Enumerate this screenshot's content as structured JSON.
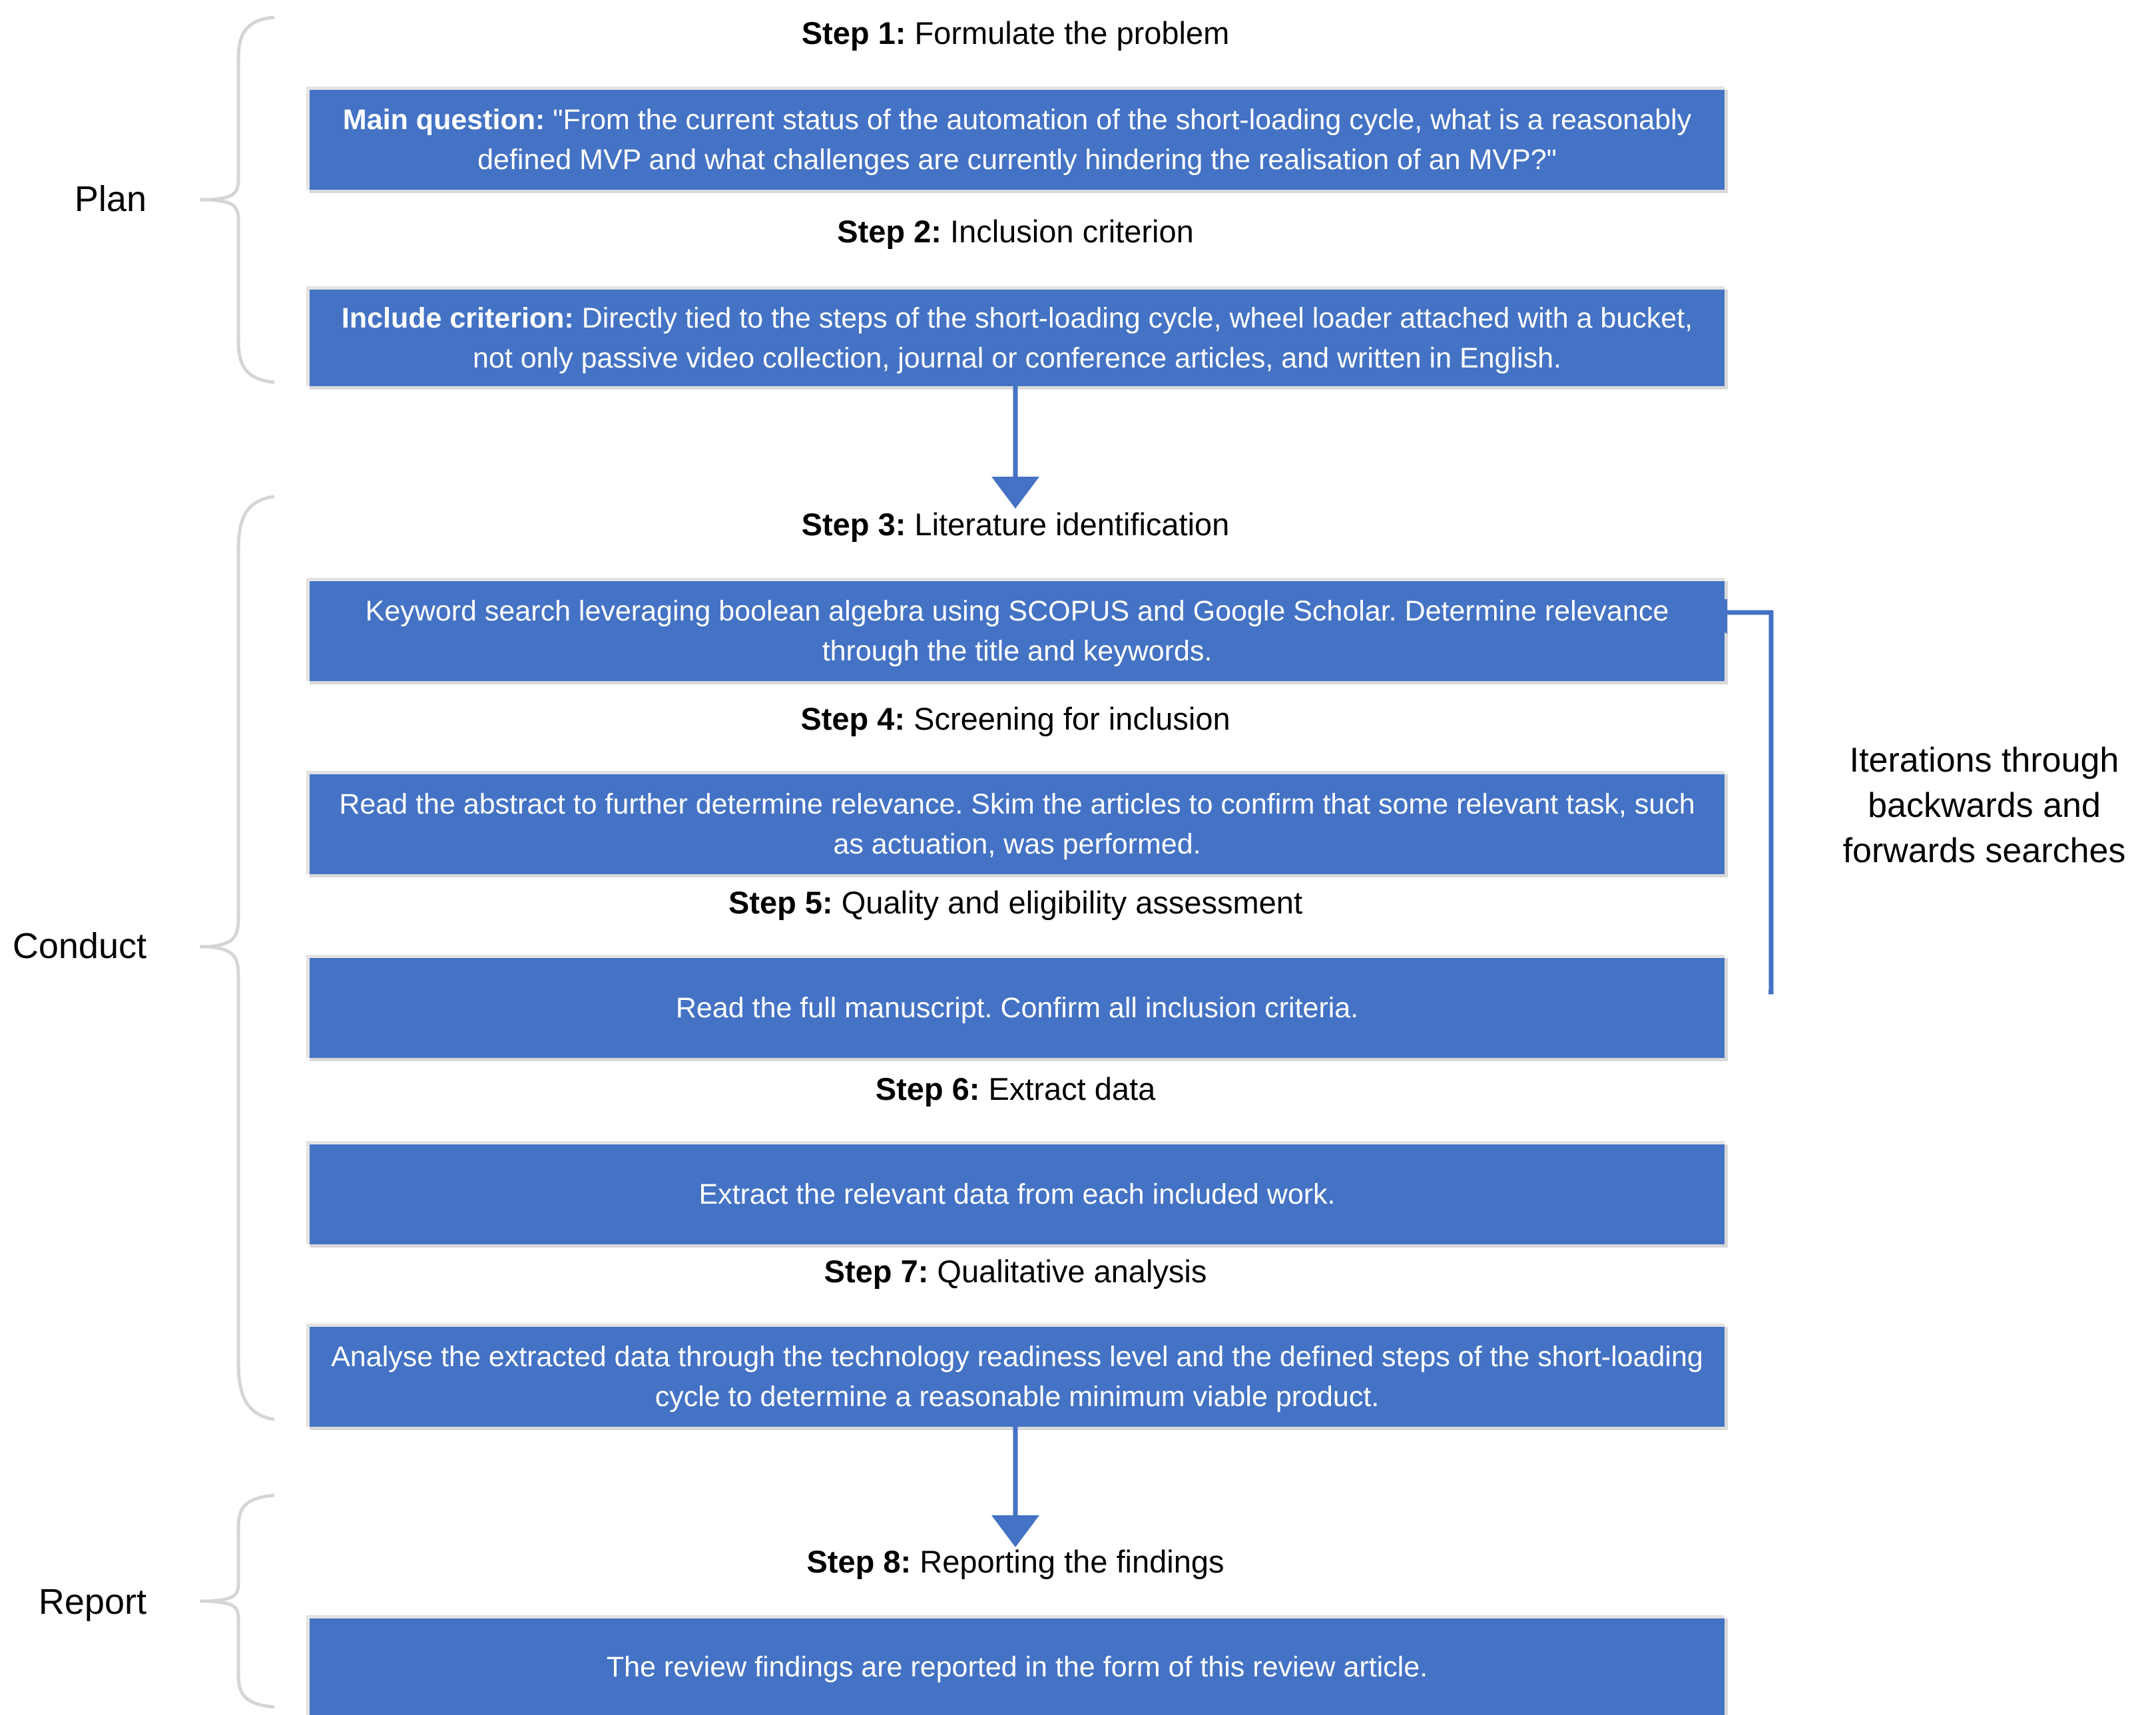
{
  "diagram": {
    "title_visible": false,
    "accent_color": "#4472C4",
    "brace_color": "#D5D5D5",
    "phases": [
      {
        "label": "Plan"
      },
      {
        "label": "Conduct"
      },
      {
        "label": "Report"
      }
    ],
    "steps": [
      {
        "number": "Step 1:",
        "title": " Formulate the problem",
        "lead": "Main question:",
        "body": " \"From the current status of the automation of the short-loading cycle, what is a reasonably defined MVP and what challenges are currently hindering the realisation of an MVP?\""
      },
      {
        "number": "Step 2:",
        "title": " Inclusion criterion",
        "lead": "Include criterion:",
        "body": " Directly tied to the steps of the short-loading cycle, wheel loader attached with a bucket, not only passive video collection, journal or conference articles, and written in English."
      },
      {
        "number": "Step 3:",
        "title": " Literature identification",
        "lead": "",
        "body": "Keyword search leveraging boolean algebra using SCOPUS and Google Scholar. Determine relevance through the title and keywords."
      },
      {
        "number": "Step 4:",
        "title": " Screening for inclusion",
        "lead": "",
        "body": "Read the abstract to further determine relevance. Skim the articles to confirm that some relevant task, such as actuation, was performed."
      },
      {
        "number": "Step 5:",
        "title": " Quality and eligibility assessment",
        "lead": "",
        "body": "Read the full manuscript. Confirm all inclusion criteria."
      },
      {
        "number": "Step 6:",
        "title": " Extract data",
        "lead": "",
        "body": "Extract the relevant data from each included work."
      },
      {
        "number": "Step 7:",
        "title": " Qualitative analysis",
        "lead": "",
        "body": "Analyse the extracted data through the technology readiness level and the defined steps of the short-loading cycle to determine a reasonable minimum viable product."
      },
      {
        "number": "Step 8:",
        "title": " Reporting the findings",
        "lead": "",
        "body": "The review findings are reported in the form of this review article."
      }
    ],
    "annotations": {
      "iteration_note": "Iterations through\nbackwards and\nforwards searches"
    }
  }
}
